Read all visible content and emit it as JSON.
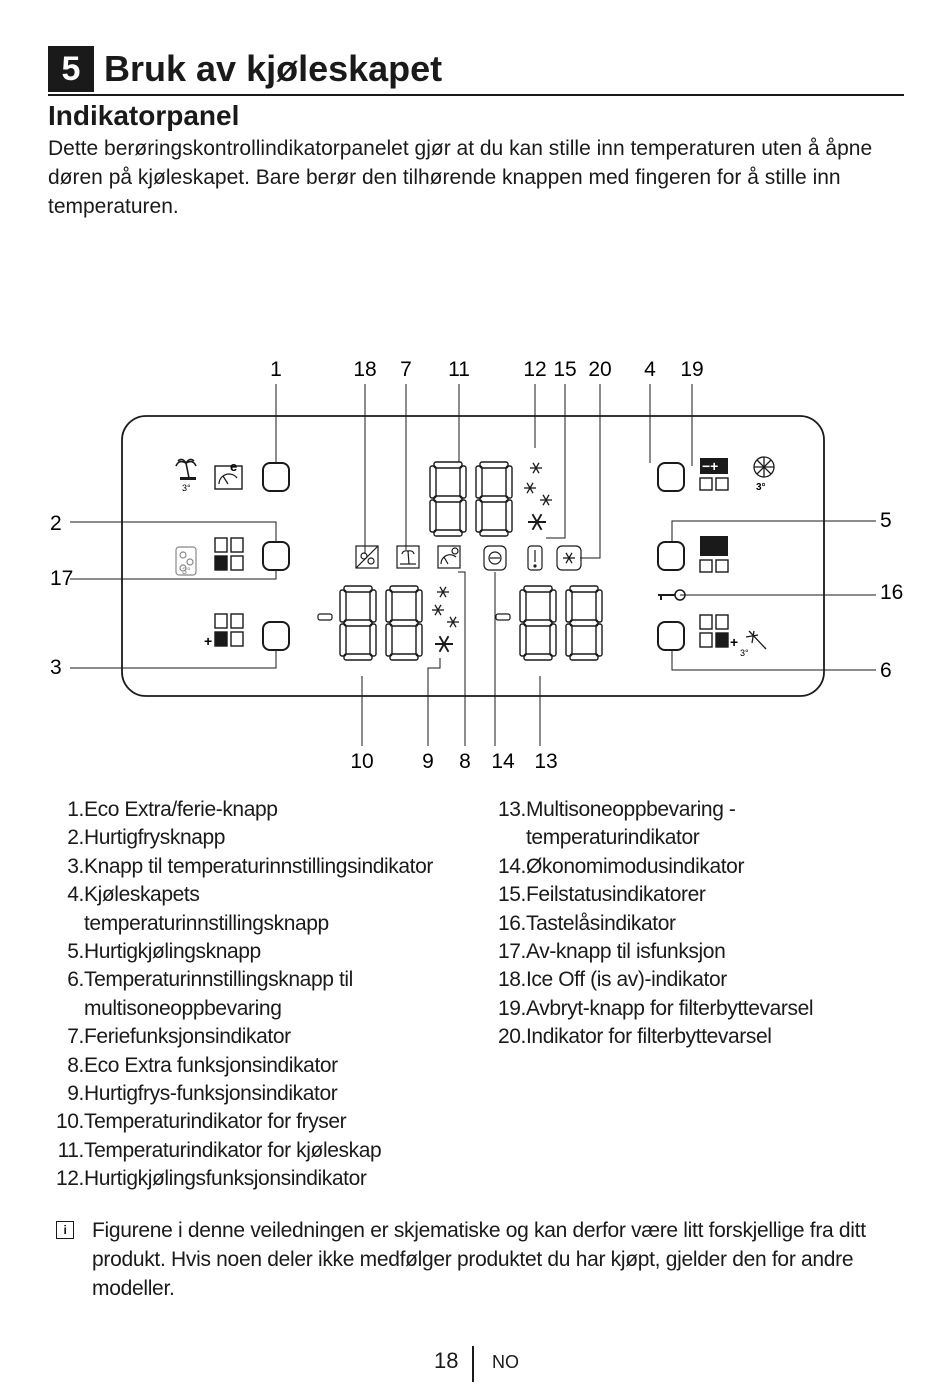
{
  "chapter": {
    "number": "5",
    "title": "Bruk av kjøleskapet"
  },
  "section": {
    "title": "Indikatorpanel",
    "intro": "Dette berøringskontrollindikatorpanelet gjør at du kan stille inn temperaturen uten å åpne døren på kjøleskapet. Bare berør den tilhørende knappen med fingeren for å stille inn temperaturen."
  },
  "diagram": {
    "callouts_top": [
      "1",
      "18",
      "7",
      "11",
      "12",
      "15",
      "20",
      "4",
      "19"
    ],
    "callouts_bottom": [
      "10",
      "9",
      "8",
      "14",
      "13"
    ],
    "callouts_left": [
      "2",
      "17",
      "3"
    ],
    "callouts_right": [
      "5",
      "16",
      "6"
    ],
    "icon_labels": {
      "three_deg": "3°",
      "eco_e": "e"
    },
    "icons": [
      "palm-tree-icon",
      "eco-gauge-icon",
      "ice-off-icon",
      "snowflake-icon",
      "key-icon",
      "fan-icon",
      "warning-icon",
      "filter-icon",
      "seven-segment-display"
    ]
  },
  "list_left": [
    {
      "num": "1.",
      "text": "Eco Extra/ferie-knapp"
    },
    {
      "num": "2.",
      "text": "Hurtigfrysknapp"
    },
    {
      "num": "3.",
      "text": "Knapp til temperaturinnstillingsindikator"
    },
    {
      "num": "4.",
      "text": "Kjøleskapets temperaturinnstillingsknapp"
    },
    {
      "num": "5.",
      "text": "Hurtigkjølingsknapp"
    },
    {
      "num": "6.",
      "text": "Temperaturinnstillingsknapp til multisoneoppbevaring"
    },
    {
      "num": "7.",
      "text": "Feriefunksjonsindikator"
    },
    {
      "num": "8.",
      "text": "Eco Extra funksjonsindikator"
    },
    {
      "num": "9.",
      "text": "Hurtigfrys-funksjonsindikator"
    },
    {
      "num": "10.",
      "text": "Temperaturindikator for fryser"
    },
    {
      "num": "11.",
      "text": "Temperaturindikator for kjøleskap"
    },
    {
      "num": "12.",
      "text": "Hurtigkjølingsfunksjonsindikator"
    }
  ],
  "list_right": [
    {
      "num": "13.",
      "text": "Multisoneoppbevaring - temperaturindikator"
    },
    {
      "num": "14.",
      "text": "Økonomimodusindikator"
    },
    {
      "num": "15.",
      "text": "Feilstatusindikatorer"
    },
    {
      "num": "16.",
      "text": "Tastelåsindikator"
    },
    {
      "num": "17.",
      "text": "Av-knapp til isfunksjon"
    },
    {
      "num": "18.",
      "text": "Ice Off (is av)-indikator"
    },
    {
      "num": "19.",
      "text": "Avbryt-knapp for filterbyttevarsel"
    },
    {
      "num": "20.",
      "text": "Indikator for filterbyttevarsel"
    }
  ],
  "note": {
    "icon": "info-icon",
    "icon_glyph": "i",
    "text": "Figurene i denne veiledningen er skjematiske og kan derfor være litt forskjellige fra ditt produkt. Hvis noen deler ikke medfølger produktet du har kjøpt, gjelder den for andre modeller."
  },
  "footer": {
    "page": "18",
    "lang": "NO"
  }
}
